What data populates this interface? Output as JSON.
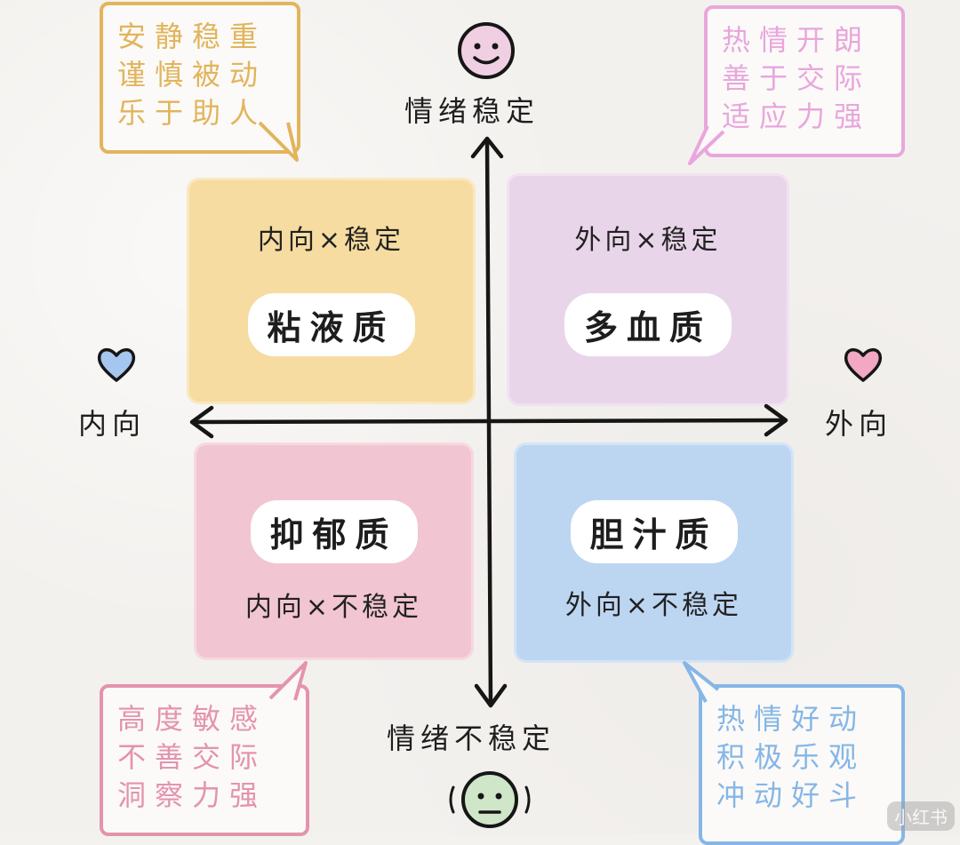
{
  "axes": {
    "top_label": "情绪稳定",
    "bottom_label": "情绪不稳定",
    "left_label": "内向",
    "right_label": "外向"
  },
  "quadrants": {
    "top_left": {
      "subtitle": "内向×稳定",
      "name": "粘液质",
      "color": "#f6dca0"
    },
    "top_right": {
      "subtitle": "外向×稳定",
      "name": "多血质",
      "color": "#e9d5ea"
    },
    "bottom_left": {
      "subtitle": "内向×不稳定",
      "name": "抑郁质",
      "color": "#f2c5d2"
    },
    "bottom_right": {
      "subtitle": "外向×不稳定",
      "name": "胆汁质",
      "color": "#bcd6f2"
    }
  },
  "bubbles": {
    "top_left": {
      "lines": [
        "安静稳重",
        "谨慎被动",
        "乐于助人"
      ],
      "color": "#e2b45c"
    },
    "top_right": {
      "lines": [
        "热情开朗",
        "善于交际",
        "适应力强"
      ],
      "color": "#e9a6dc"
    },
    "bottom_left": {
      "lines": [
        "高度敏感",
        "不善交际",
        "洞察力强"
      ],
      "color": "#e493ae"
    },
    "bottom_right": {
      "lines": [
        "热情好动",
        "积极乐观",
        "冲动好斗"
      ],
      "color": "#86b6e6"
    }
  },
  "icons": {
    "top_face": "smiling-face-icon",
    "bottom_face": "worried-face-icon",
    "left_heart": "blue-heart-icon",
    "right_heart": "pink-heart-icon"
  },
  "watermark": "小红书"
}
